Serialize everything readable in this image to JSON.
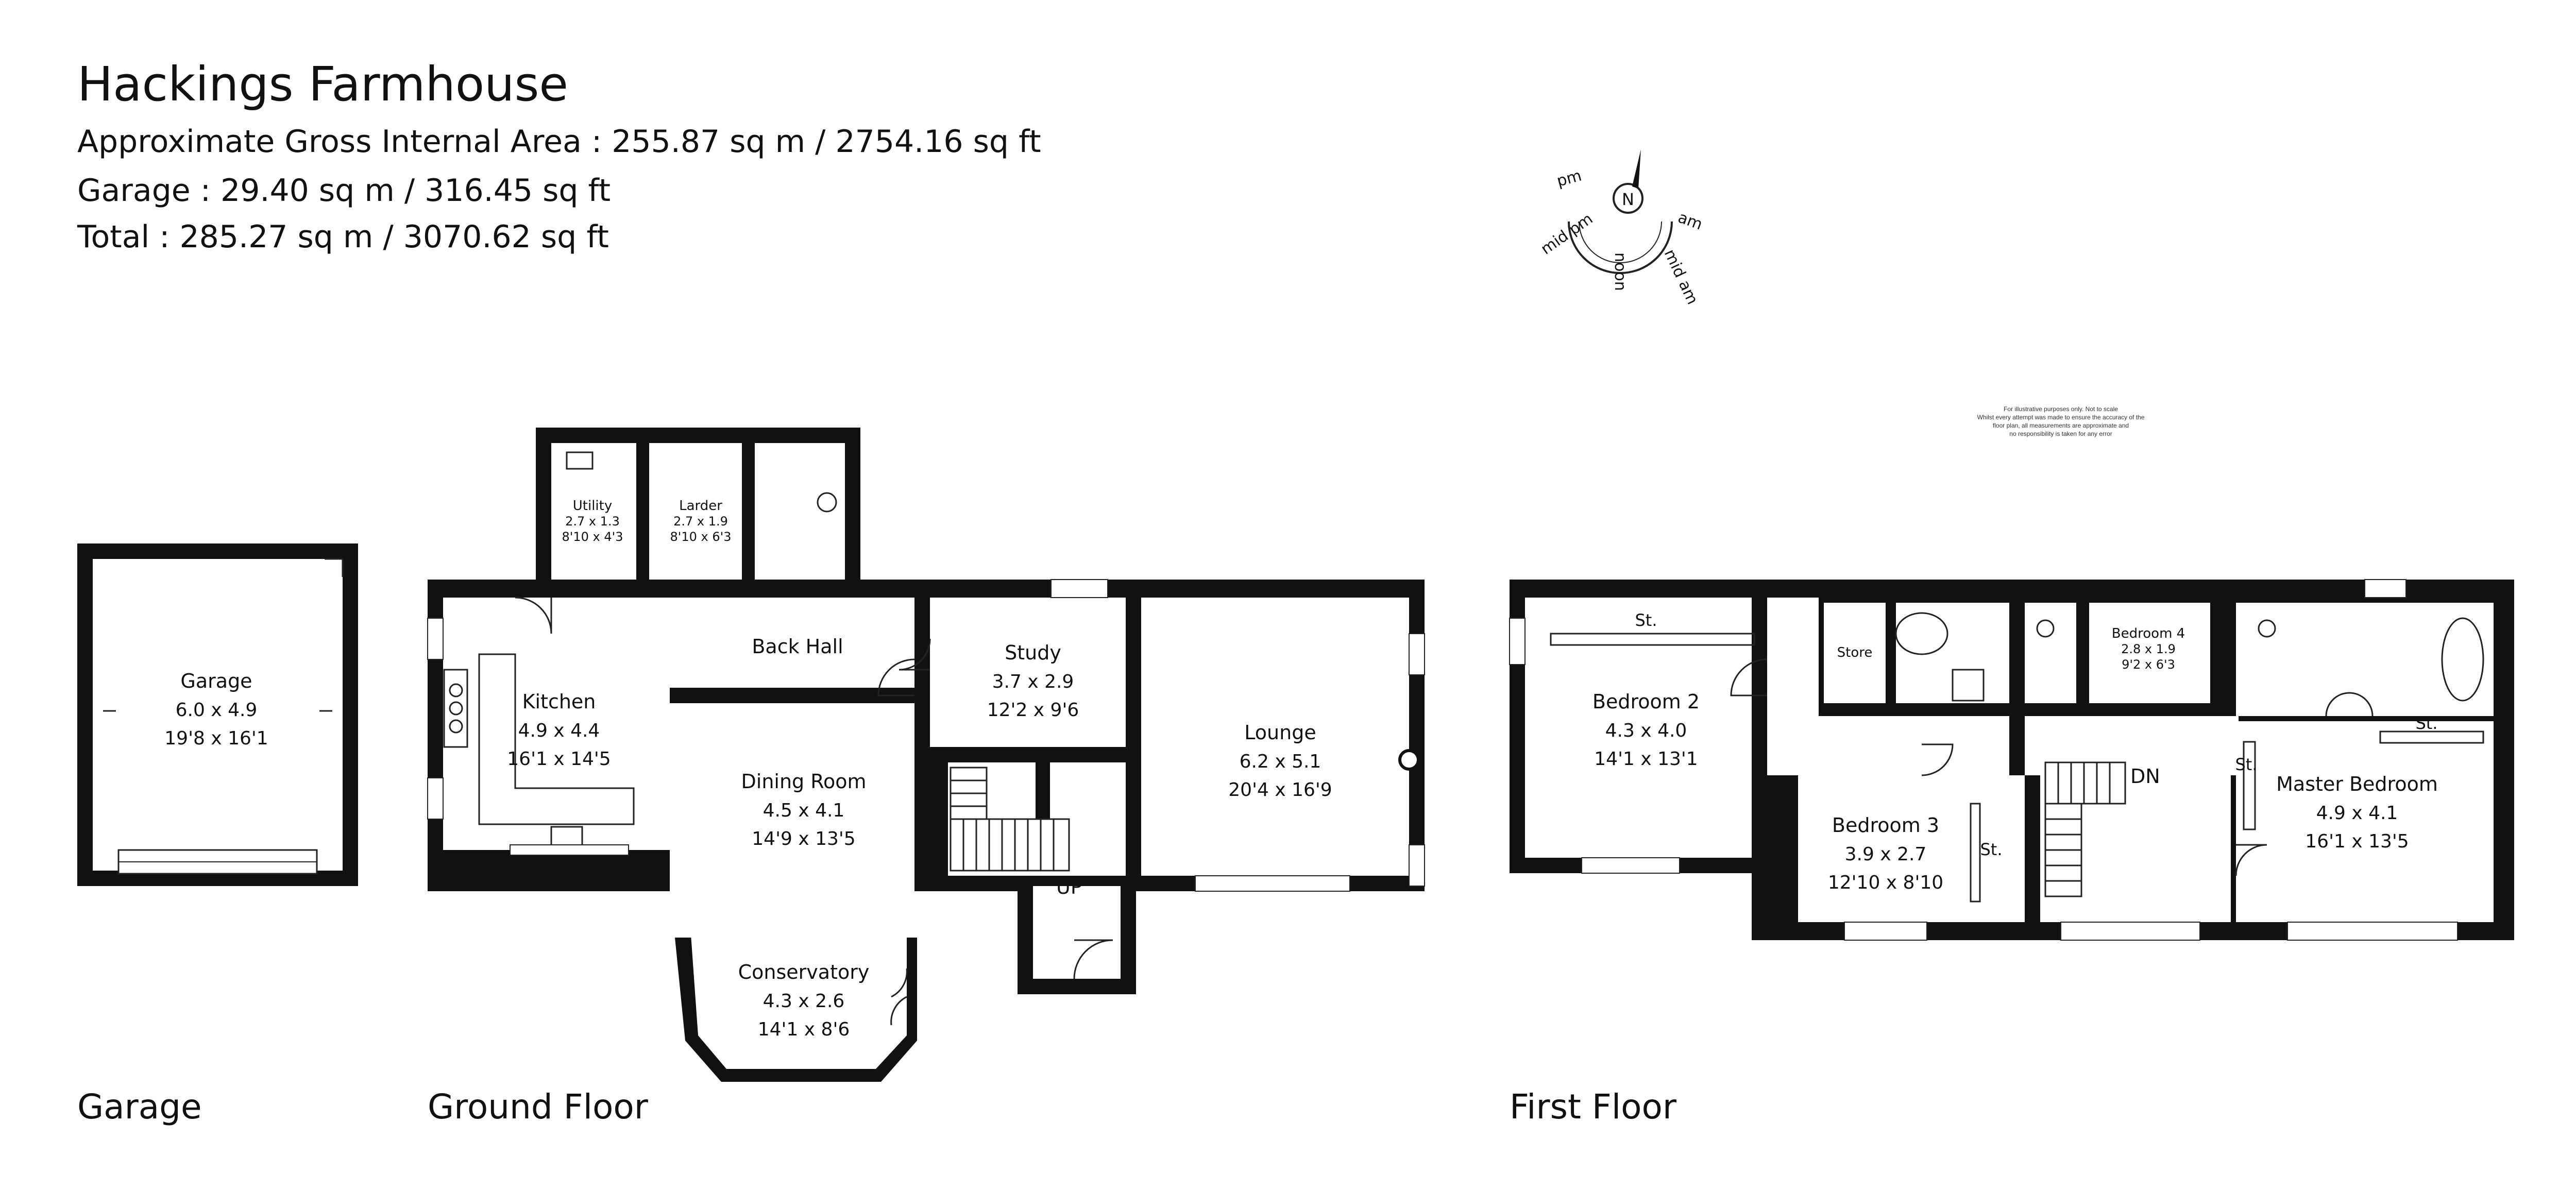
{
  "header": {
    "title": "Hackings Farmhouse",
    "gross_internal_area": "Approximate Gross Internal Area : 255.87 sq m / 2754.16 sq ft",
    "garage_area": "Garage : 29.40 sq m / 316.45 sq ft",
    "total_area": "Total : 285.27 sq m / 3070.62 sq ft"
  },
  "compass": {
    "north": "N",
    "am": "am",
    "mid_am": "mid am",
    "noon": "noon",
    "mid_pm": "mid pm",
    "pm": "pm"
  },
  "disclaimer": [
    "For illustrative purposes only. Not to scale",
    "Whilst every attempt was made to ensure the accuracy of the",
    "floor plan, all measurements are approximate and",
    "no responsibility is taken for any error"
  ],
  "floor_labels": {
    "garage": "Garage",
    "ground": "Ground Floor",
    "first": "First Floor"
  },
  "rooms": {
    "garage": {
      "name": "Garage",
      "metric": "6.0 x 4.9",
      "imperial": "19'8 x 16'1"
    },
    "utility": {
      "name": "Utility",
      "metric": "2.7 x 1.3",
      "imperial": "8'10 x 4'3"
    },
    "larder": {
      "name": "Larder",
      "metric": "2.7 x 1.9",
      "imperial": "8'10 x 6'3"
    },
    "kitchen": {
      "name": "Kitchen",
      "metric": "4.9 x 4.4",
      "imperial": "16'1 x 14'5"
    },
    "back_hall": {
      "name": "Back Hall"
    },
    "dining": {
      "name": "Dining Room",
      "metric": "4.5 x 4.1",
      "imperial": "14'9 x 13'5"
    },
    "study": {
      "name": "Study",
      "metric": "3.7 x 2.9",
      "imperial": "12'2 x 9'6"
    },
    "lounge": {
      "name": "Lounge",
      "metric": "6.2 x 5.1",
      "imperial": "20'4 x 16'9"
    },
    "conservatory": {
      "name": "Conservatory",
      "metric": "4.3 x 2.6",
      "imperial": "14'1 x 8'6"
    },
    "bedroom2": {
      "name": "Bedroom 2",
      "metric": "4.3 x 4.0",
      "imperial": "14'1 x 13'1"
    },
    "store": {
      "name": "Store"
    },
    "bedroom4": {
      "name": "Bedroom 4",
      "metric": "2.8 x 1.9",
      "imperial": "9'2 x 6'3"
    },
    "bedroom3": {
      "name": "Bedroom 3",
      "metric": "3.9 x 2.7",
      "imperial": "12'10 x 8'10"
    },
    "master": {
      "name": "Master Bedroom",
      "metric": "4.9 x 4.1",
      "imperial": "16'1 x 13'5"
    }
  },
  "annotations": {
    "up": "UP",
    "down": "DN",
    "storage": "St."
  },
  "colors": {
    "wall": "#111111",
    "line": "#222222"
  }
}
